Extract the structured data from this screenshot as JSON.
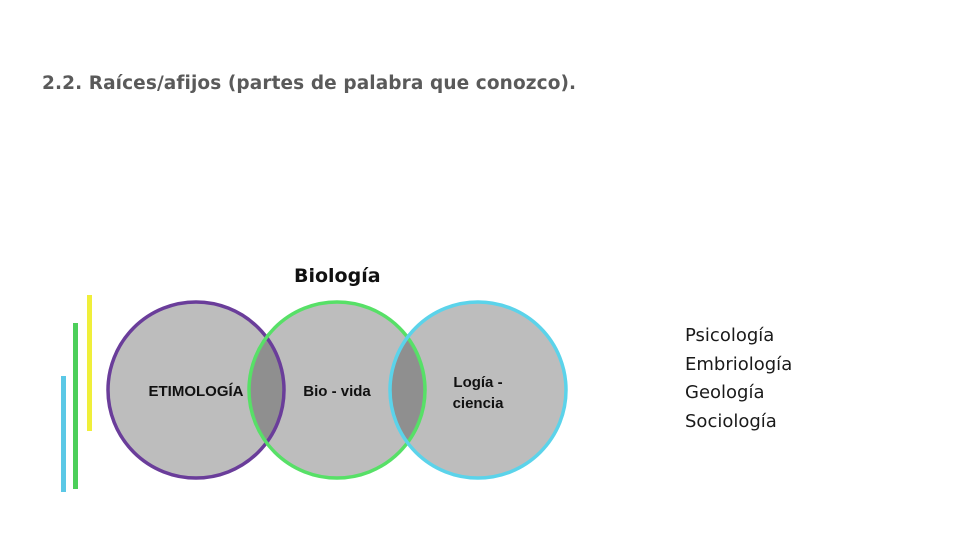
{
  "heading": {
    "number": "2.2.",
    "text": "Raíces/afijos (partes de palabra que conozco)."
  },
  "diagram": {
    "title": "Biología",
    "circles": [
      {
        "label_line1": "ETIMOLOGÍA",
        "label_line2": "",
        "border_color": "#6a3d9a"
      },
      {
        "label_line1": "Bio - vida",
        "label_line2": "",
        "border_color": "#57e067"
      },
      {
        "label_line1": "Logía -",
        "label_line2": "ciencia",
        "border_color": "#5bd3ea"
      }
    ],
    "fill_color": "#bdbdbd",
    "overlap_color": "#8f8f8f",
    "deco_bar_colors": [
      "#5bc8e6",
      "#4ccf5a",
      "#f0ef3a"
    ]
  },
  "word_list": [
    "Psicología",
    "Embriología",
    "Geología",
    "Sociología"
  ]
}
